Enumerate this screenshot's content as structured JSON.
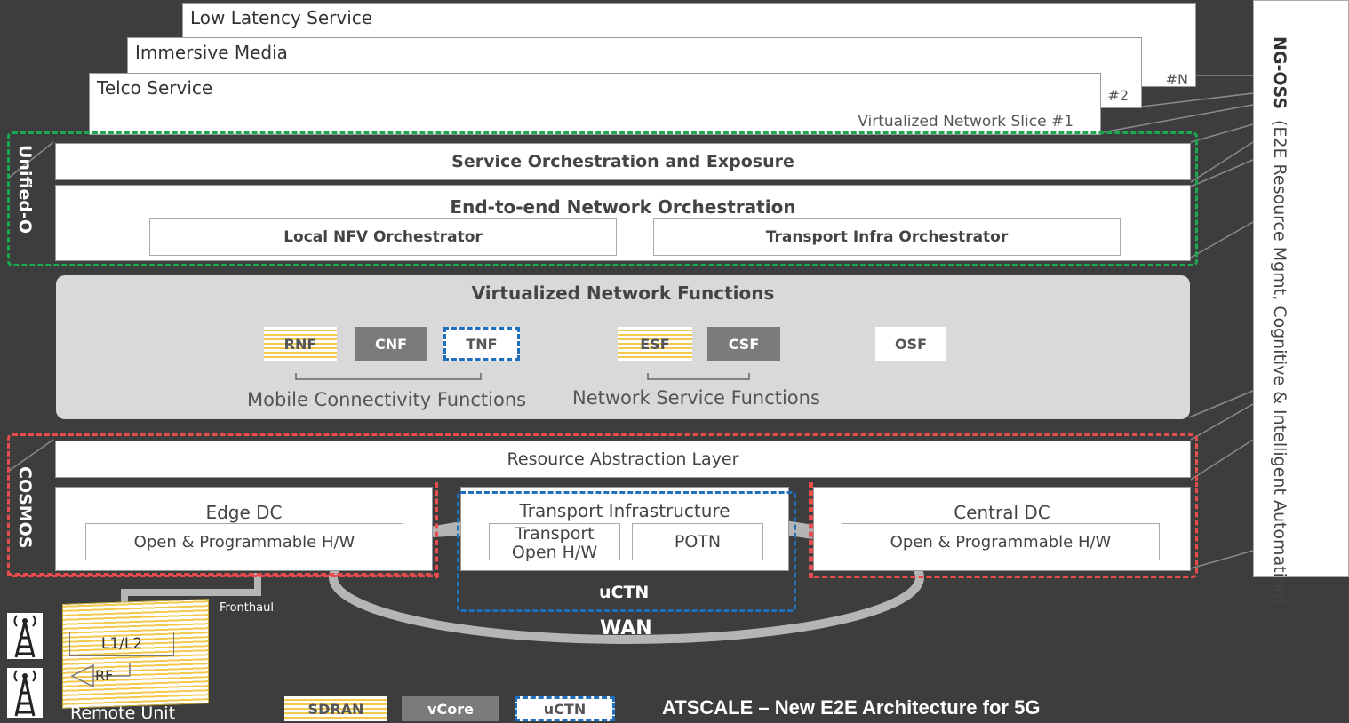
{
  "slices": {
    "s3": "Low Latency Service",
    "s2": "Immersive Media",
    "s1": "Telco Service",
    "n_label": "#N",
    "two_label": "#2",
    "slice_caption": "Virtualized Network Slice #1"
  },
  "unified_o": {
    "label": "Unified-O",
    "service_orch": "Service Orchestration and Exposure",
    "e2e_orch": "End-to-end Network Orchestration",
    "local_nfv": "Local NFV Orchestrator",
    "transport_infra_orch": "Transport Infra Orchestrator"
  },
  "vnf": {
    "title": "Virtualized Network Functions",
    "rnf": "RNF",
    "cnf": "CNF",
    "tnf": "TNF",
    "esf": "ESF",
    "csf": "CSF",
    "osf": "OSF",
    "mobile_group": "Mobile Connectivity Functions",
    "service_group": "Network Service Functions"
  },
  "cosmos": {
    "label": "COSMOS",
    "ral": "Resource Abstraction Layer",
    "edge_dc": "Edge DC",
    "edge_hw": "Open & Programmable H/W",
    "transport_infra": "Transport Infrastructure",
    "transport_hw_1": "Transport",
    "transport_hw_2": "Open H/W",
    "potn": "POTN",
    "central_dc": "Central DC",
    "central_hw": "Open & Programmable H/W",
    "uctn": "uCTN",
    "wan": "WAN"
  },
  "ran": {
    "fronthaul": "Fronthaul",
    "l1l2": "L1/L2",
    "rf": "RF",
    "remote_unit": "Remote Unit"
  },
  "ngoss": {
    "title": "NG-OSS",
    "subtitle": "(E2E Resource Mgmt, Cognitive & Intelligent Automation)"
  },
  "legend": {
    "sdran": "SDRAN",
    "vcore": "vCore",
    "uctn": "uCTN",
    "caption": "ATSCALE – New E2E Architecture for 5G"
  },
  "colors": {
    "background": "#3d3d3d",
    "unified_o_border": "#1aa851",
    "cosmos_border": "#e84c4c",
    "uctn_border": "#1f6fbf",
    "sdran_stripe": "#f2c94c",
    "vcore_fill": "#7b7b7b"
  }
}
